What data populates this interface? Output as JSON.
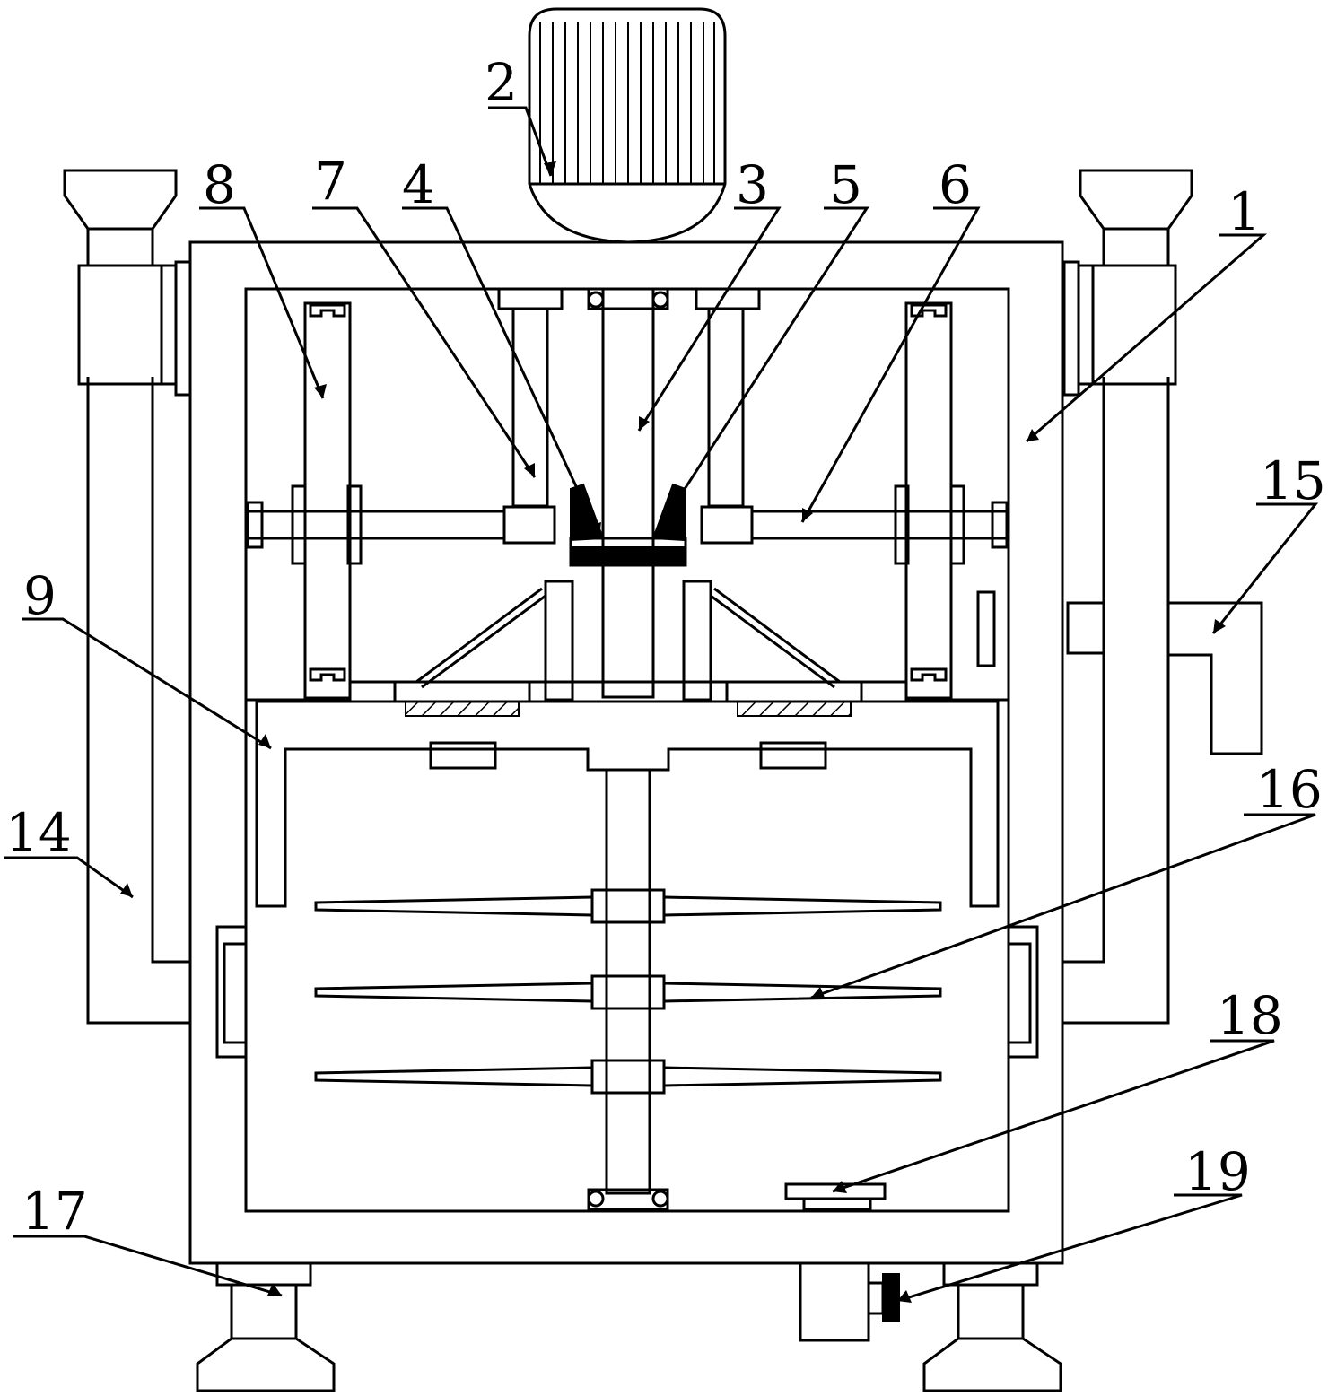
{
  "labels": {
    "l1": "1",
    "l2": "2",
    "l3": "3",
    "l4": "4",
    "l5": "5",
    "l6": "6",
    "l7": "7",
    "l8": "8",
    "l9": "9",
    "l14": "14",
    "l15": "15",
    "l16": "16",
    "l17": "17",
    "l18": "18",
    "l19": "19"
  }
}
